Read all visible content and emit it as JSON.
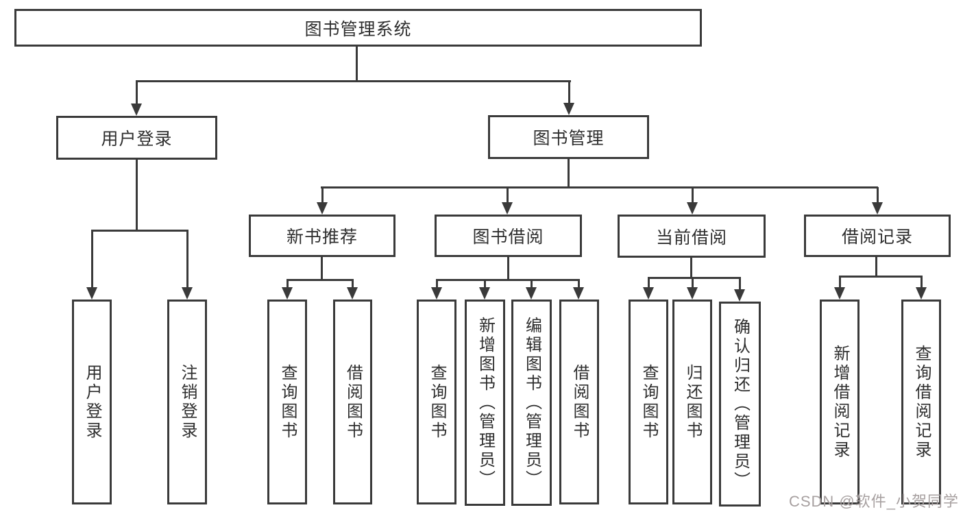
{
  "diagram": {
    "title": "图书管理系统",
    "colors": {
      "line": "#3a3a3a",
      "text": "#2e2e2e",
      "background": "#ffffff",
      "watermark": "#a7a0a0"
    },
    "root": {
      "label": "图书管理系统"
    },
    "level2": {
      "user_login": {
        "label": "用户登录"
      },
      "book_mgmt": {
        "label": "图书管理"
      }
    },
    "level3": {
      "new_book_rec": {
        "label": "新书推荐"
      },
      "book_borrow": {
        "label": "图书借阅"
      },
      "current_borrow": {
        "label": "当前借阅"
      },
      "borrow_record": {
        "label": "借阅记录"
      }
    },
    "leaves": {
      "user_login": [
        "用户登录",
        "注销登录"
      ],
      "new_book_rec": [
        "查询图书",
        "借阅图书"
      ],
      "book_borrow": [
        "查询图书",
        "新增图书（管理员）",
        "编辑图书（管理员）",
        "借阅图书"
      ],
      "current_borrow": [
        "查询图书",
        "归还图书",
        "确认归还（管理员）"
      ],
      "borrow_record": [
        "新增借阅记录",
        "查询借阅记录"
      ]
    },
    "watermark": "CSDN @软件_小贺同学"
  }
}
